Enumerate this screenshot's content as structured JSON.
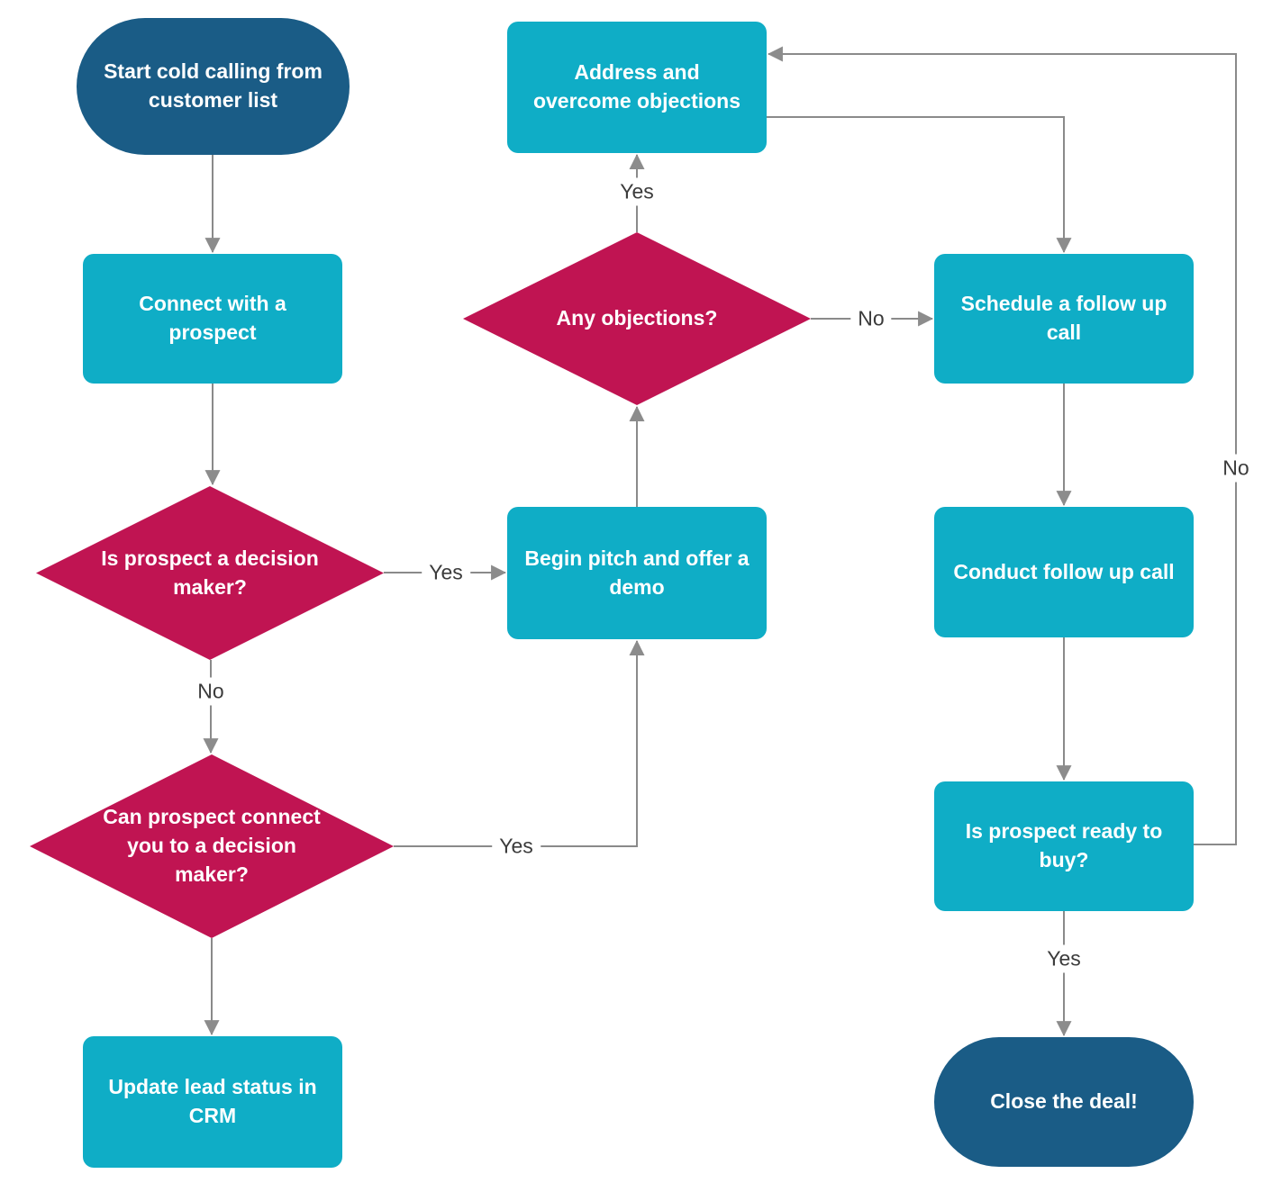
{
  "flowchart": {
    "background": "#ffffff",
    "palette": {
      "terminator_fill": "#1a5c86",
      "process_fill": "#0fadc6",
      "decision_fill": "#c01452",
      "node_text": "#ffffff",
      "connector": "#8a8a8a",
      "edge_label_text": "#3b3b3b"
    },
    "nodes": {
      "start": {
        "type": "terminator",
        "label": "Start cold calling from customer list"
      },
      "connect_prospect": {
        "type": "process",
        "label": "Connect with a prospect"
      },
      "is_decision_maker": {
        "type": "decision",
        "label": "Is prospect a decision maker?"
      },
      "can_connect": {
        "type": "decision",
        "label": "Can prospect connect you to a decision maker?"
      },
      "update_crm": {
        "type": "process",
        "label": "Update lead status in CRM"
      },
      "begin_pitch": {
        "type": "process",
        "label": "Begin pitch and offer a demo"
      },
      "any_objections": {
        "type": "decision",
        "label": "Any objections?"
      },
      "address_objections": {
        "type": "process",
        "label": "Address and overcome objections"
      },
      "schedule_followup": {
        "type": "process",
        "label": "Schedule a follow up call"
      },
      "conduct_followup": {
        "type": "process",
        "label": "Conduct follow up call"
      },
      "ready_to_buy": {
        "type": "process",
        "label": "Is prospect ready to buy?"
      },
      "close_deal": {
        "type": "terminator",
        "label": "Close the deal!"
      }
    },
    "edges": [
      {
        "from": "start",
        "to": "connect_prospect",
        "label": ""
      },
      {
        "from": "connect_prospect",
        "to": "is_decision_maker",
        "label": ""
      },
      {
        "from": "is_decision_maker",
        "to": "begin_pitch",
        "label": "Yes"
      },
      {
        "from": "is_decision_maker",
        "to": "can_connect",
        "label": "No"
      },
      {
        "from": "can_connect",
        "to": "begin_pitch",
        "label": "Yes"
      },
      {
        "from": "can_connect",
        "to": "update_crm",
        "label": ""
      },
      {
        "from": "begin_pitch",
        "to": "any_objections",
        "label": ""
      },
      {
        "from": "any_objections",
        "to": "address_objections",
        "label": "Yes"
      },
      {
        "from": "any_objections",
        "to": "schedule_followup",
        "label": "No"
      },
      {
        "from": "address_objections",
        "to": "schedule_followup",
        "label": ""
      },
      {
        "from": "schedule_followup",
        "to": "conduct_followup",
        "label": ""
      },
      {
        "from": "conduct_followup",
        "to": "ready_to_buy",
        "label": ""
      },
      {
        "from": "ready_to_buy",
        "to": "close_deal",
        "label": "Yes"
      },
      {
        "from": "ready_to_buy",
        "to": "address_objections",
        "label": "No"
      }
    ]
  }
}
